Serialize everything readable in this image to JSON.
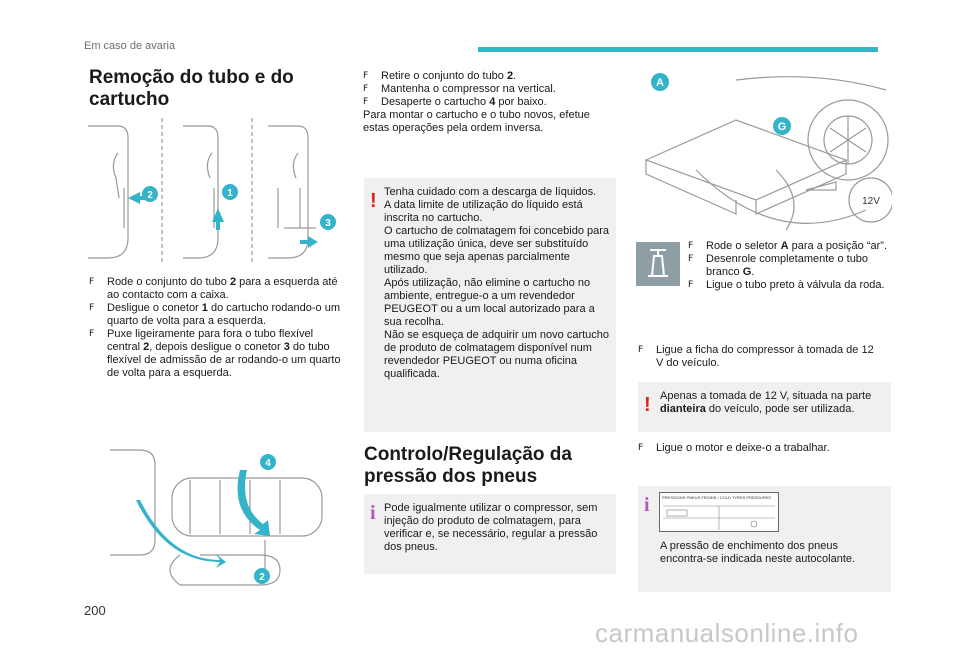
{
  "header": {
    "section": "Em caso de avaria",
    "accent_color": "#34b4c9"
  },
  "section1": {
    "title": "Remoção do tubo e do cartucho",
    "bullets": [
      [
        "Rode o conjunto do tubo ",
        "2",
        " para a esquerda até ao contacto com a caixa."
      ],
      [
        "Desligue o conetor ",
        "1",
        " do cartucho rodando-o um quarto de volta para a esquerda."
      ],
      [
        "Puxe ligeiramente para fora o tubo flexível central ",
        "2",
        ", depois desligue o conetor ",
        "3",
        " do tubo flexível de admissão de ar rodando-o um quarto de volta para a esquerda."
      ]
    ],
    "figure_labels": [
      "2",
      "1",
      "3"
    ],
    "figure2_labels": [
      "4",
      "2"
    ]
  },
  "col2": {
    "bullets": [
      [
        "Retire o conjunto do tubo ",
        "2",
        "."
      ],
      [
        "Mantenha o compressor na vertical."
      ],
      [
        "Desaperte o cartucho ",
        "4",
        " por baixo."
      ]
    ],
    "para": "Para montar o cartucho e o tubo novos, efetue estas operações pela ordem inversa.",
    "warning": "Tenha cuidado com a descarga de líquidos.\nA data limite de utilização do líquido está inscrita no cartucho.\nO cartucho de colmatagem foi concebido para uma utilização única, deve ser substituído mesmo que seja apenas parcialmente utilizado.\nApós utilização, não elimine o cartucho no ambiente, entregue-o a um revendedor PEUGEOT ou a um local autorizado para a sua recolha.\nNão se esqueça de adquirir um novo cartucho de produto de colmatagem disponível num revendedor PEUGEOT ou numa oficina qualificada."
  },
  "section2": {
    "title": "Controlo/Regulação da pressão dos pneus",
    "info": "Pode igualmente utilizar o compressor, sem injeção do produto de colmatagem, para verificar e, se necessário, regular a pressão dos pneus."
  },
  "col3": {
    "figure_labels": [
      "A",
      "G",
      "12V"
    ],
    "bullets_a": [
      [
        "Rode o seletor ",
        "A",
        " para a posição “ar”."
      ],
      [
        "Desenrole completamente o tubo branco ",
        "G",
        "."
      ],
      [
        "Ligue o tubo preto à válvula da roda."
      ]
    ],
    "bullet_b": "Ligue a ficha do compressor à tomada de 12 V do veículo.",
    "warning": [
      "Apenas a tomada de 12 V, situada na parte ",
      "dianteira",
      " do veículo, pode ser utilizada."
    ],
    "bullet_c": "Ligue o motor e deixe-o a trabalhar.",
    "sticker_text": "PRESSIONS PNEUS FROIDS / COLD TYRES PRESSURES",
    "info": "A pressão de enchimento dos pneus encontra-se indicada neste autocolante."
  },
  "footer": {
    "page": "200",
    "watermark": "carmanualsonline.info"
  },
  "colors": {
    "warning": "#e2231a",
    "info": "#b15bbd",
    "box_bg": "#f0f0f0",
    "badge": "#34b4c9"
  }
}
